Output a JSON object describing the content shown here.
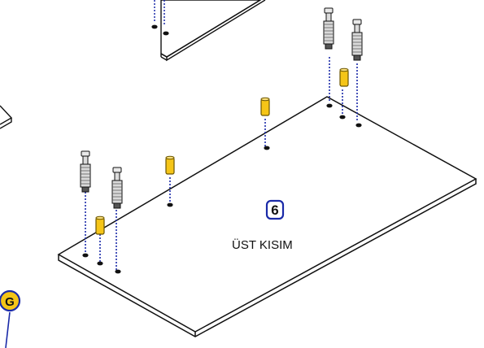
{
  "panel": {
    "number": "6",
    "caption": "ÜST KISIM"
  },
  "callout": {
    "letter": "G"
  },
  "colors": {
    "line": "#111111",
    "dowel_fill": "#f5c518",
    "dowel_stroke": "#6b5500",
    "dash": "#1a2aa8",
    "badge_border": "#1a2aa8",
    "callout_fill": "#f5c518",
    "callout_border": "#1a2aa8"
  },
  "icons": {
    "cam_bolt": "cam-bolt-icon",
    "wooden_dowel": "wooden-dowel-icon",
    "drill_hole": "drill-hole-icon"
  }
}
